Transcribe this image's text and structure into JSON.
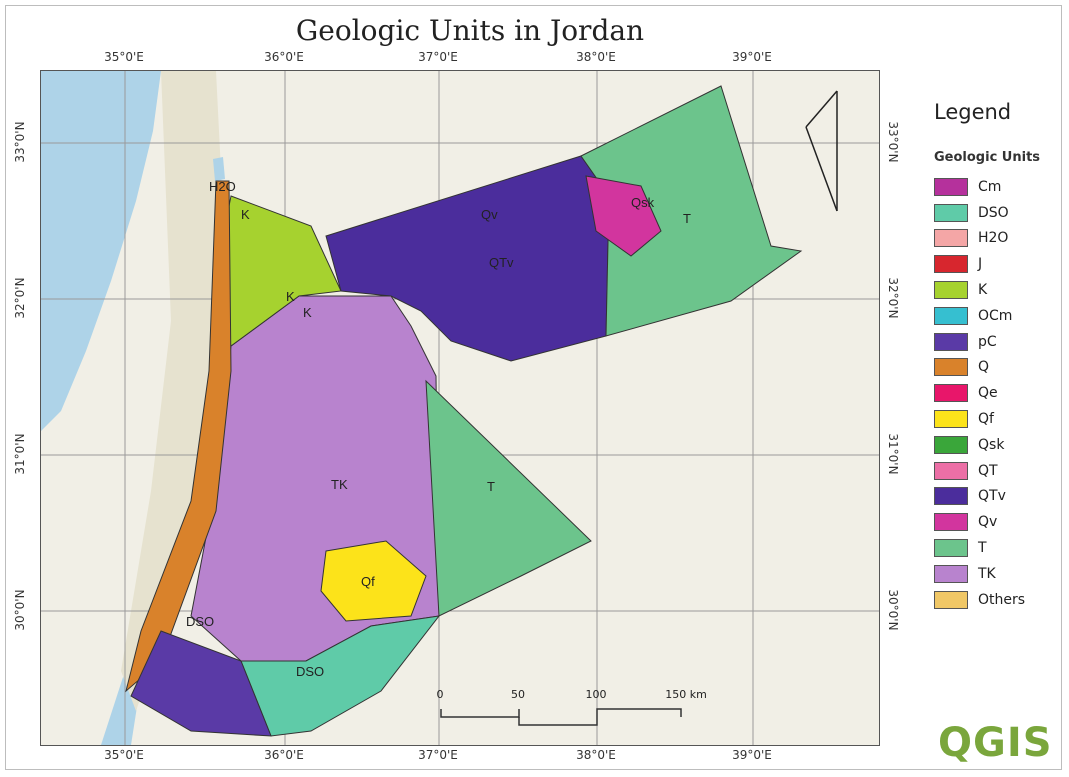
{
  "title": "Geologic Units in Jordan",
  "coordinates": {
    "top": [
      "35°0'E",
      "36°0'E",
      "37°0'E",
      "38°0'E",
      "39°0'E"
    ],
    "bottom": [
      "35°0'E",
      "36°0'E",
      "37°0'E",
      "38°0'E",
      "39°0'E"
    ],
    "left": [
      "33°0'N",
      "32°0'N",
      "31°0'N",
      "30°0'N"
    ],
    "right": [
      "33°0'N",
      "32°0'N",
      "31°0'N",
      "30°0'N"
    ]
  },
  "legend": {
    "title": "Legend",
    "subtitle": "Geologic Units",
    "items": [
      {
        "label": "Cm",
        "color": "#b5319c"
      },
      {
        "label": "DSO",
        "color": "#5fcba8"
      },
      {
        "label": "H2O",
        "color": "#f4a6a6"
      },
      {
        "label": "J",
        "color": "#d7262e"
      },
      {
        "label": "K",
        "color": "#a6d22f"
      },
      {
        "label": "OCm",
        "color": "#36bfd0"
      },
      {
        "label": "pC",
        "color": "#5a3aa6"
      },
      {
        "label": "Q",
        "color": "#d9822b"
      },
      {
        "label": "Qe",
        "color": "#e8166a"
      },
      {
        "label": "Qf",
        "color": "#fce31a"
      },
      {
        "label": "Qsk",
        "color": "#3aa63a"
      },
      {
        "label": "QT",
        "color": "#ec6fa6"
      },
      {
        "label": "QTv",
        "color": "#4b2d9c"
      },
      {
        "label": "Qv",
        "color": "#d2359e"
      },
      {
        "label": "T",
        "color": "#6cc48c"
      },
      {
        "label": "TK",
        "color": "#b883ce"
      },
      {
        "label": "Others",
        "color": "#f0c766"
      }
    ]
  },
  "map_labels": {
    "h2o": "H2O",
    "k1": "K",
    "k2": "K",
    "k3": "K",
    "qf": "Qf",
    "qsk": "Qsk",
    "qv": "Qv",
    "qtv": "QTv",
    "t1": "T",
    "t2": "T",
    "tk": "TK",
    "dso1": "DSO",
    "dso2": "DSO"
  },
  "scale_bar": {
    "labels": [
      "0",
      "50",
      "100",
      "150 km"
    ]
  },
  "logo": "QGIS"
}
